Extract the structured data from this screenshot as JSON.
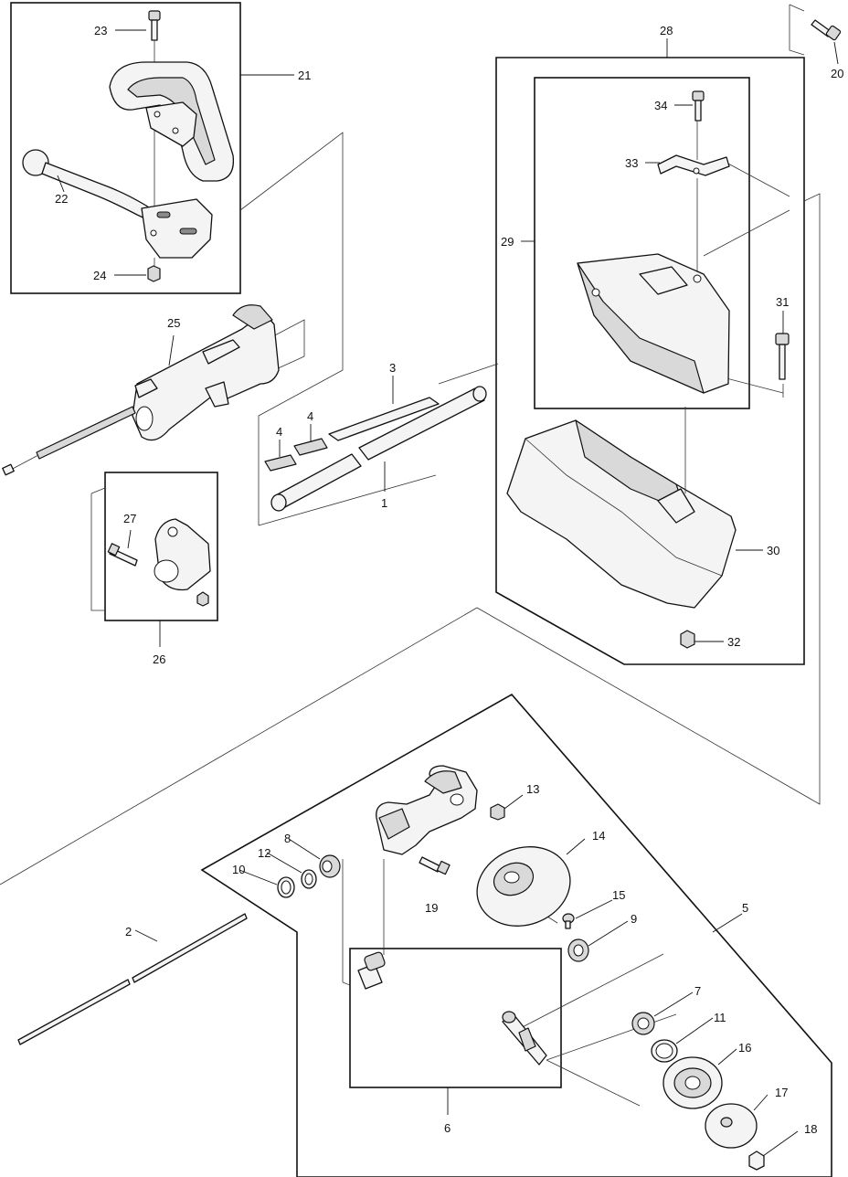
{
  "callouts": {
    "c1": "1",
    "c2": "2",
    "c3": "3",
    "c4a": "4",
    "c4b": "4",
    "c5": "5",
    "c6": "6",
    "c7": "7",
    "c8": "8",
    "c9": "9",
    "c10": "10",
    "c11": "11",
    "c12": "12",
    "c13": "13",
    "c14": "14",
    "c15": "15",
    "c16": "16",
    "c17": "17",
    "c18": "18",
    "c19": "19",
    "c20": "20",
    "c21": "21",
    "c22": "22",
    "c23": "23",
    "c24": "24",
    "c25": "25",
    "c26": "26",
    "c27": "27",
    "c28": "28",
    "c29": "29",
    "c30": "30",
    "c31": "31",
    "c32": "32",
    "c33": "33",
    "c34": "34"
  }
}
